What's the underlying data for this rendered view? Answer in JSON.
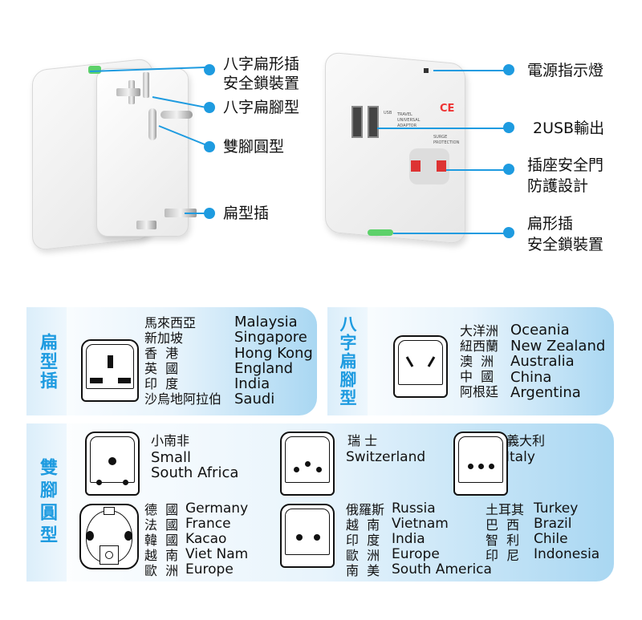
{
  "callouts_left": [
    {
      "label": "八字扁形插\n安全鎖裝置"
    },
    {
      "label": "八字扁腳型"
    },
    {
      "label": "雙腳圓型"
    },
    {
      "label": "扁型插"
    }
  ],
  "callouts_right": [
    {
      "label": "電源指示燈"
    },
    {
      "label": "2USB輸出"
    },
    {
      "label": "插座安全門\n防護設計"
    },
    {
      "label": "扁形插\n安全鎖裝置"
    }
  ],
  "adapter_print": {
    "line1": "TRAVEL",
    "line2": "UNIVERSAL",
    "line3": "ADAPTOR",
    "surge1": "SURGE",
    "surge2": "PROTECTION",
    "usb": "USB",
    "ce": "CE"
  },
  "accent": "#1e9be0",
  "flat_panel": {
    "title": "扁型插",
    "zh": "馬來西亞\n新加坡\n香  港\n英  國\n印  度\n沙烏地阿拉伯",
    "en": "Malaysia\nSingapore\nHong Kong\nEngland\nIndia\nSaudi"
  },
  "v_panel": {
    "title": "八字扁腳型",
    "zh": "大洋洲\n紐西蘭\n澳  洲\n中  國\n阿根廷",
    "en": "Oceania\nNew Zealand\nAustralia\nChina\nArgentina"
  },
  "round_panel": {
    "title": "雙腳圓型",
    "sa": {
      "zh": "小南非",
      "en": "Small\nSouth Africa"
    },
    "ch": {
      "zh": "瑞 士",
      "en": "Switzerland"
    },
    "it": {
      "zh": "義大利",
      "en": "Italy"
    },
    "de": {
      "zh": "德  國\n法  國\n韓  國\n越  南\n歐  洲",
      "en": "Germany\nFrance\nKacao\nViet Nam\nEurope"
    },
    "eu": {
      "zh": "俄羅斯\n越  南\n印  度\n歐  洲\n南  美",
      "en": "Russia\nVietnam\nIndia\nEurope\nSouth America"
    },
    "tr": {
      "zh": "土耳其\n巴  西\n智  利\n印  尼",
      "en": "Turkey\nBrazil\nChile\nIndonesia"
    }
  }
}
